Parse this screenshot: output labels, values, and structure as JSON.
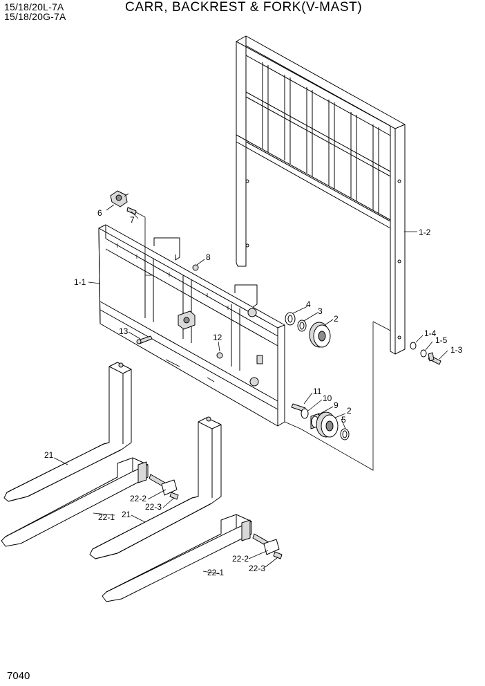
{
  "header": {
    "model_line_1": "15/18/20L-7A",
    "model_line_2": "15/18/20G-7A",
    "title": "CARR, BACKREST & FORK(V-MAST)"
  },
  "page_number": "7040",
  "callouts": {
    "c1_1": "1-1",
    "c1_2": "1-2",
    "c1_3": "1-3",
    "c1_4": "1-4",
    "c1_5": "1-5",
    "c2a": "2",
    "c2b": "2",
    "c3": "3",
    "c4": "4",
    "c5": "5",
    "c6": "6",
    "c7": "7",
    "c8": "8",
    "c9": "9",
    "c10": "10",
    "c11": "11",
    "c12": "12",
    "c13": "13",
    "c21a": "21",
    "c21b": "21",
    "c22_1a": "22-1",
    "c22_1b": "22-1",
    "c22_2a": "22-2",
    "c22_2b": "22-2",
    "c22_3a": "22-3",
    "c22_3b": "22-3"
  }
}
